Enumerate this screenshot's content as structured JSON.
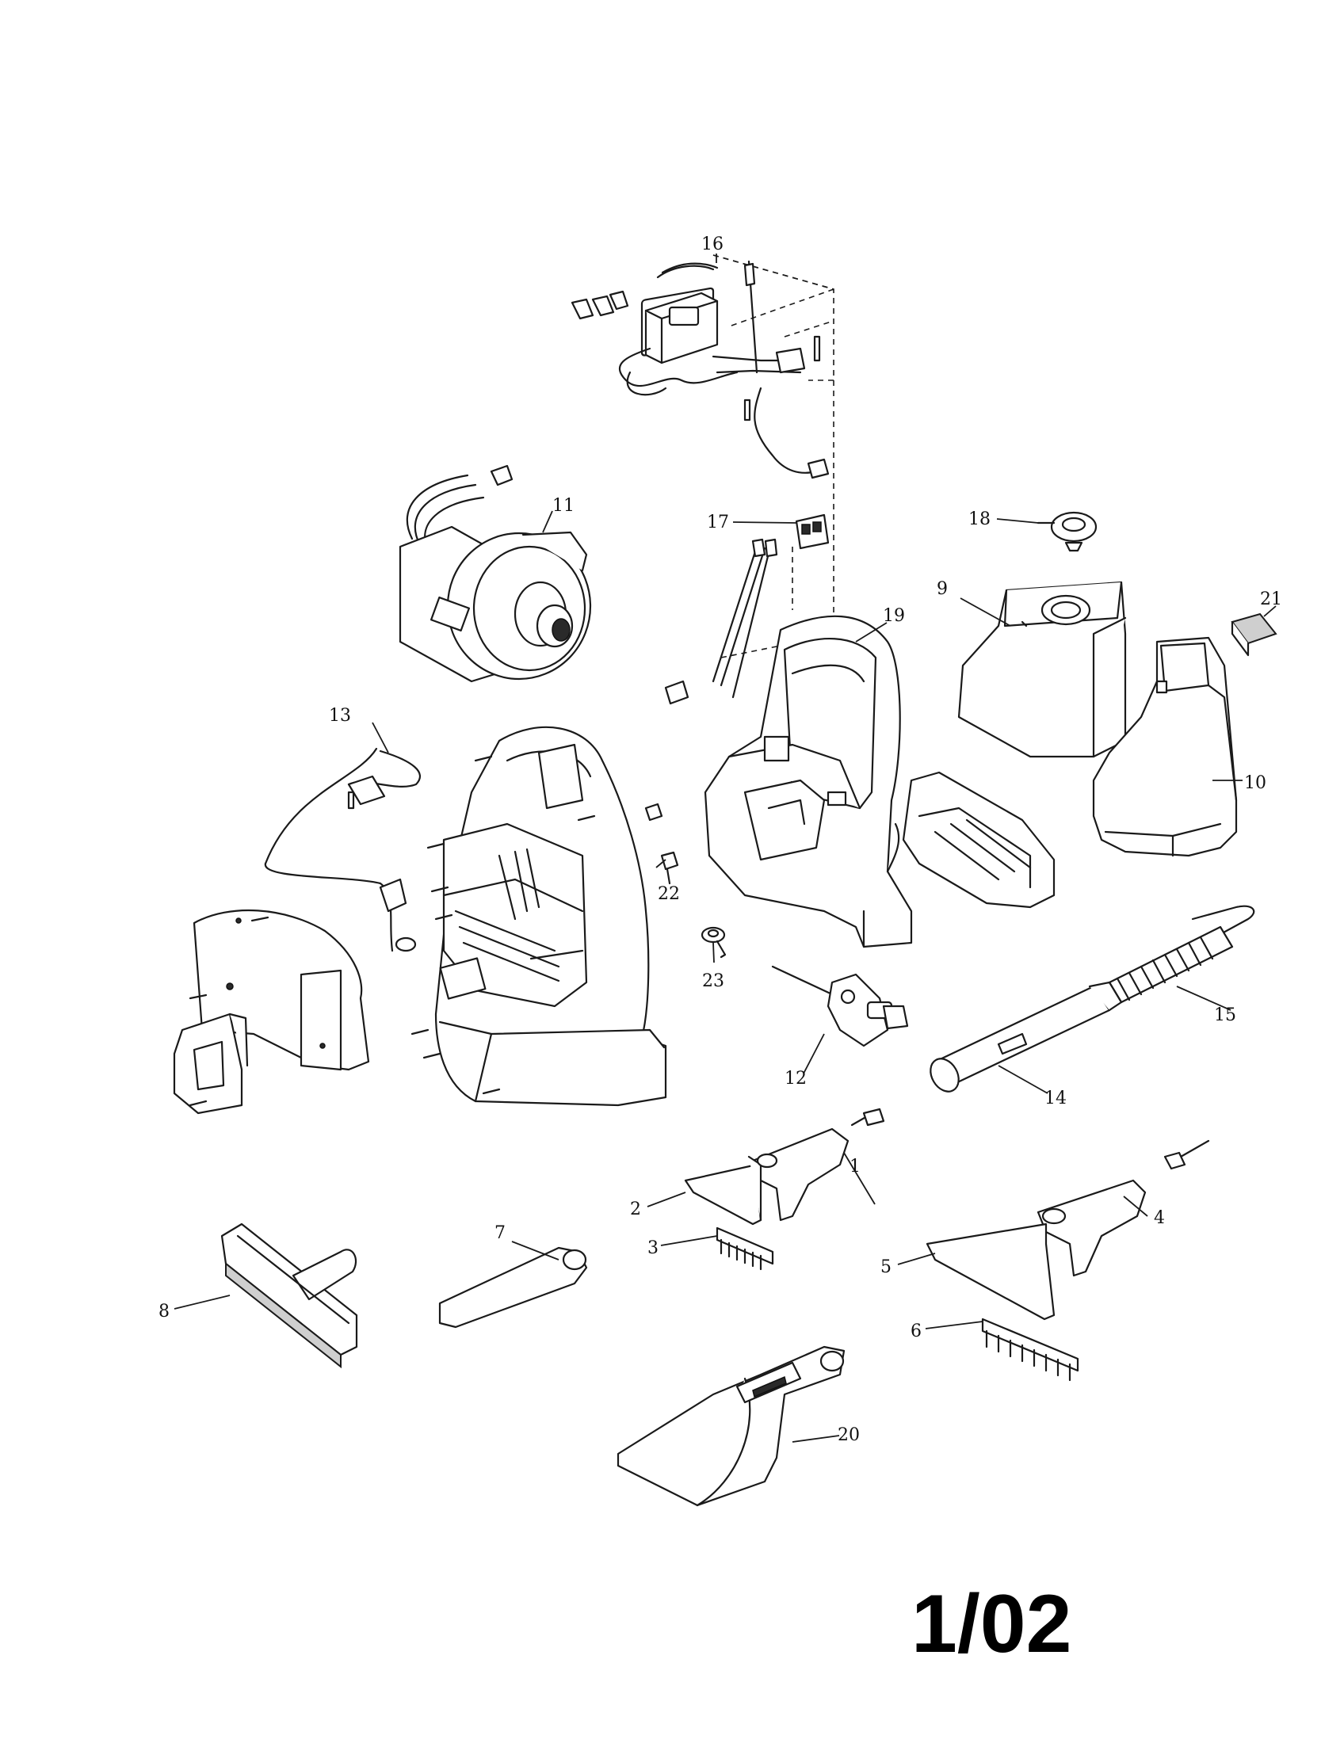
{
  "diagram": {
    "type": "exploded-parts-diagram",
    "callouts": [
      {
        "id": "c1",
        "label": "1"
      },
      {
        "id": "c2",
        "label": "2"
      },
      {
        "id": "c3",
        "label": "3"
      },
      {
        "id": "c4",
        "label": "4"
      },
      {
        "id": "c5",
        "label": "5"
      },
      {
        "id": "c6",
        "label": "6"
      },
      {
        "id": "c7",
        "label": "7"
      },
      {
        "id": "c8",
        "label": "8"
      },
      {
        "id": "c9",
        "label": "9"
      },
      {
        "id": "c10",
        "label": "10"
      },
      {
        "id": "c11",
        "label": "11"
      },
      {
        "id": "c12",
        "label": "12"
      },
      {
        "id": "c13",
        "label": "13"
      },
      {
        "id": "c14",
        "label": "14"
      },
      {
        "id": "c15",
        "label": "15"
      },
      {
        "id": "c16",
        "label": "16"
      },
      {
        "id": "c17",
        "label": "17"
      },
      {
        "id": "c18",
        "label": "18"
      },
      {
        "id": "c19",
        "label": "19"
      },
      {
        "id": "c20",
        "label": "20"
      },
      {
        "id": "c21",
        "label": "21"
      },
      {
        "id": "c22",
        "label": "22"
      },
      {
        "id": "c23",
        "label": "23"
      }
    ],
    "date_stamp": "1/02"
  }
}
